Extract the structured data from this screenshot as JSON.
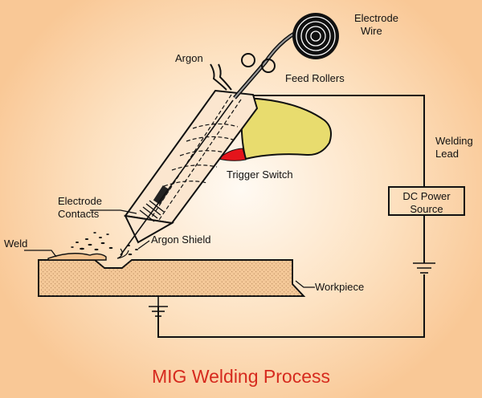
{
  "title": "MIG Welding Process",
  "labels": {
    "electrode_wire": [
      "Electrode",
      "Wire"
    ],
    "argon": "Argon",
    "feed_rollers": "Feed Rollers",
    "welding_lead": [
      "Welding",
      "Lead"
    ],
    "trigger_switch": "Trigger Switch",
    "dc_power_source": [
      "DC Power",
      "Source"
    ],
    "electrode_contacts": [
      "Electrode",
      "Contacts"
    ],
    "argon_shield": "Argon Shield",
    "weld": "Weld",
    "workpiece": "Workpiece"
  },
  "colors": {
    "title": "#d62a1e",
    "handle": "#e8dc6e",
    "trigger": "#e4141b",
    "workpiece": "#f4c898",
    "background_center": "#fffaf3",
    "background_edge": "#f9c896"
  }
}
